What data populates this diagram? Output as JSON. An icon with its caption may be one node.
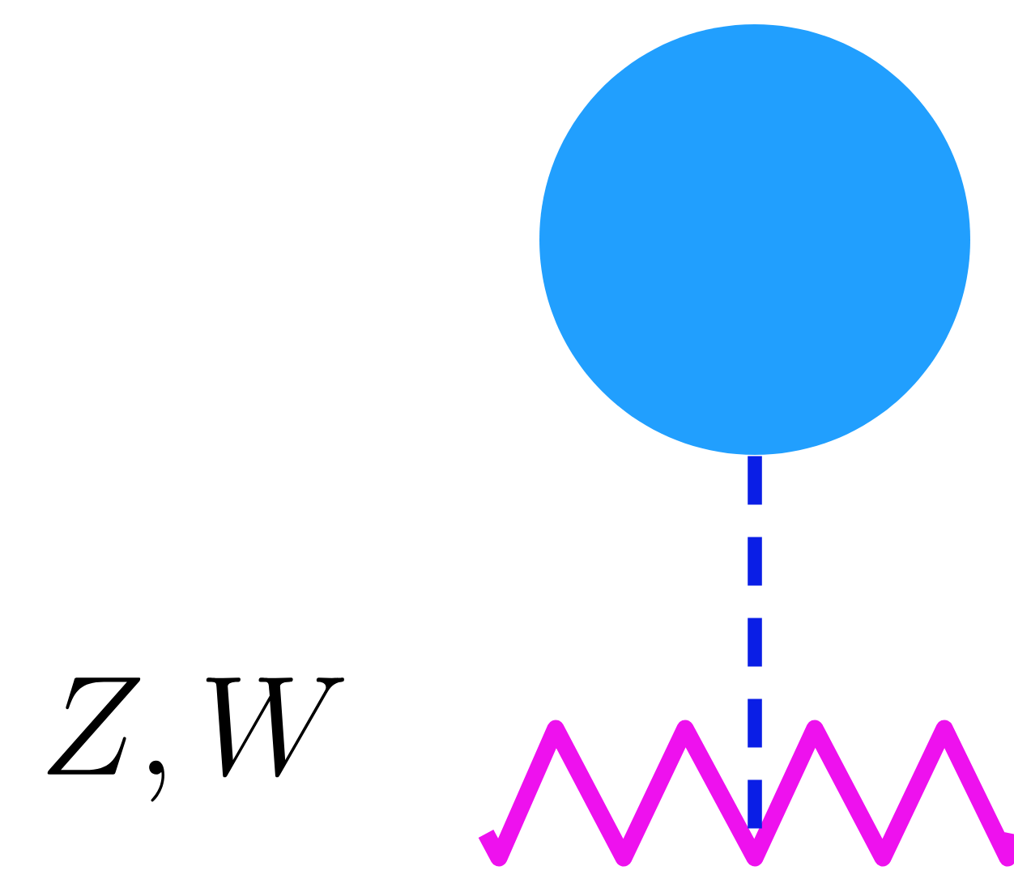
{
  "diagram": {
    "nodes": [
      {
        "text": [],
        "shape": "circle"
      },
      {
        "text": [],
        "shape": "zigzag"
      }
    ],
    "edges": [
      {
        "from": 0,
        "to": 1,
        "arrow": "none",
        "style": "dashed",
        "color": "#0a1ee6"
      }
    ],
    "labels": [
      "Z,W"
    ]
  }
}
